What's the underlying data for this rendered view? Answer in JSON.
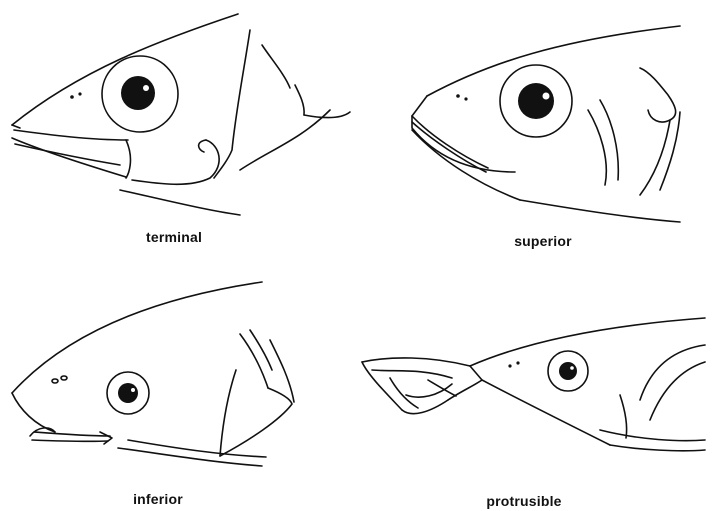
{
  "figure": {
    "panels": [
      {
        "id": "terminal",
        "label": "terminal"
      },
      {
        "id": "superior",
        "label": "superior"
      },
      {
        "id": "inferior",
        "label": "inferior"
      },
      {
        "id": "protrusible",
        "label": "protrusible"
      }
    ]
  }
}
